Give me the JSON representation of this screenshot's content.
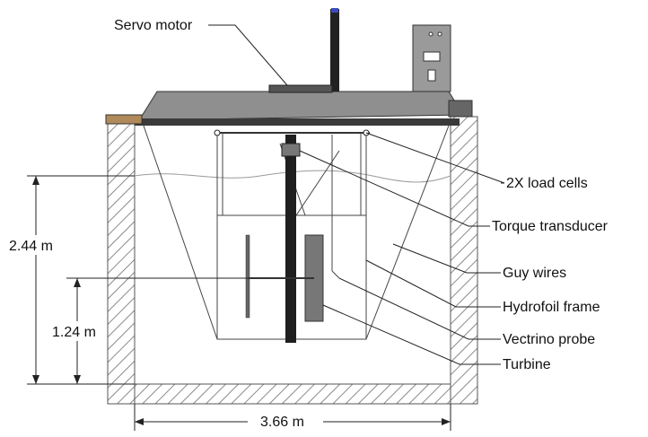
{
  "labels": {
    "servo_motor": "Servo motor",
    "load_cells": "2X load cells",
    "torque_transducer": "Torque transducer",
    "guy_wires": "Guy wires",
    "hydrofoil_frame": "Hydrofoil frame",
    "vectrino_probe": "Vectrino probe",
    "turbine": "Turbine"
  },
  "dimensions": {
    "depth_total": "2.44 m",
    "turbine_height": "1.24 m",
    "width": "3.66 m"
  },
  "colors": {
    "wall_hatch": "#8a8a8a",
    "platform": "#8f8f8f",
    "structure": "#2b2b2b",
    "water_line": "#9a9a9a"
  }
}
